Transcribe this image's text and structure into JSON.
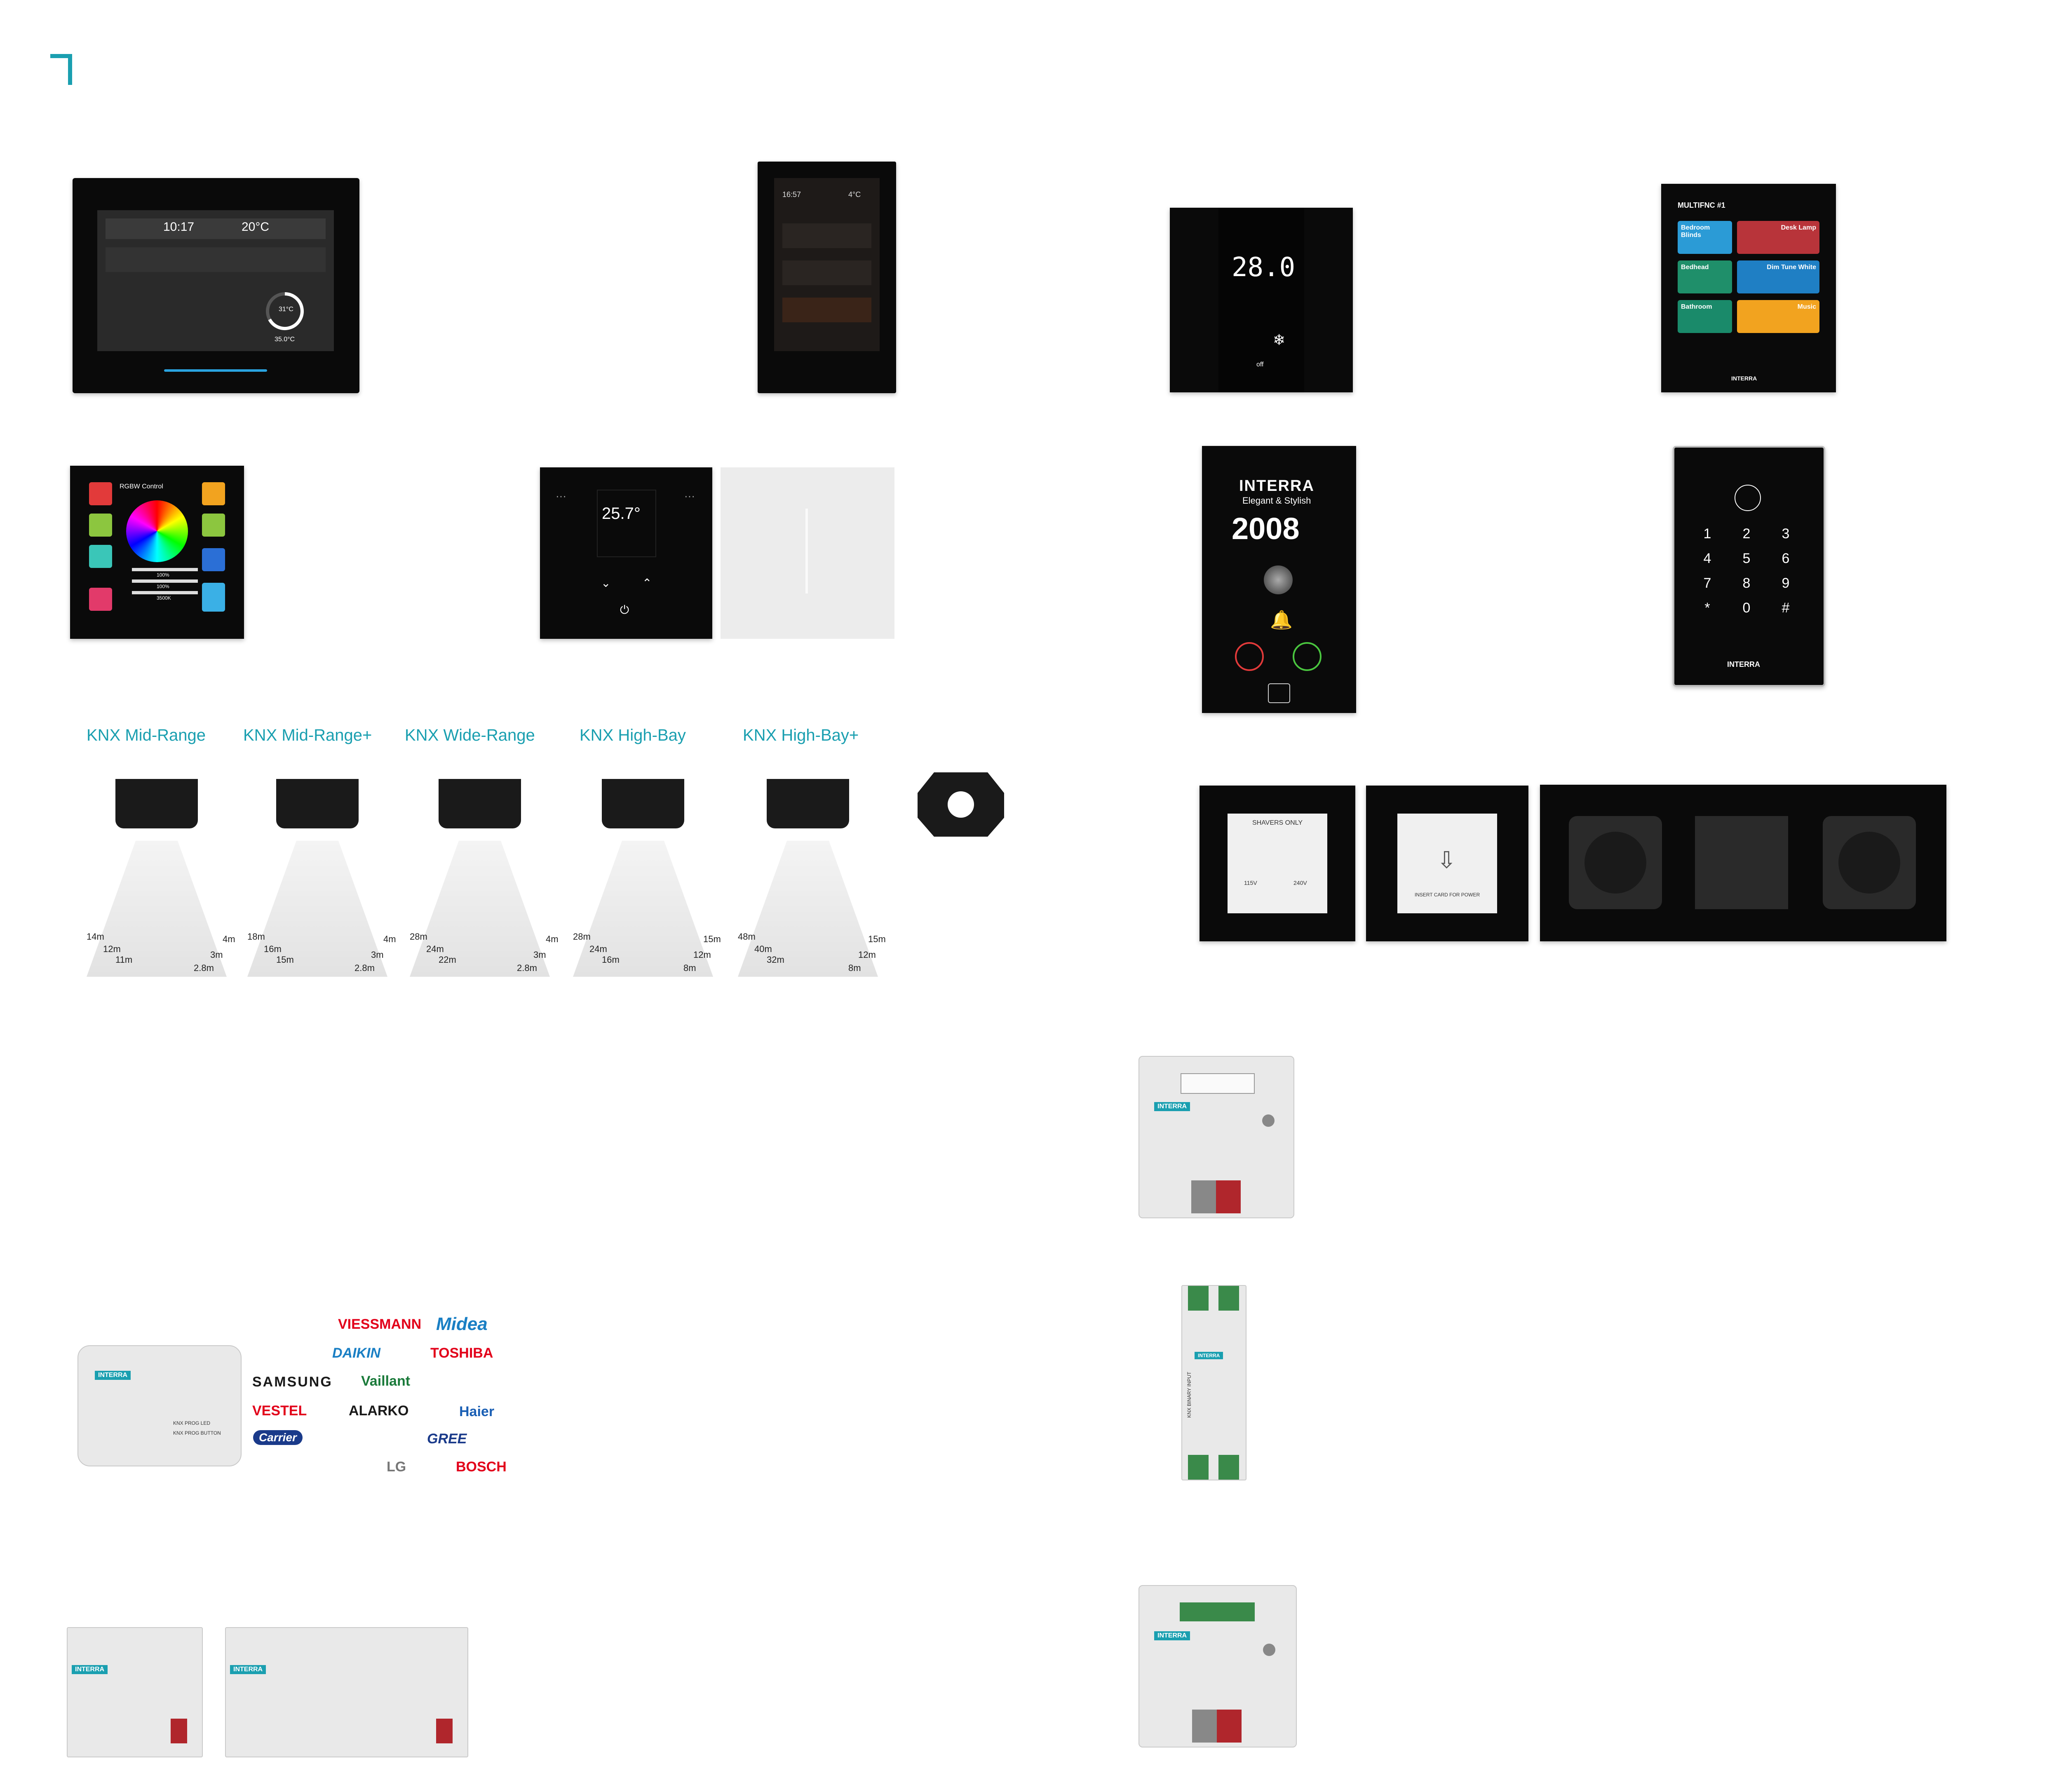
{
  "panels": {
    "touch_panel": {
      "time": "10:17",
      "temperature": "20°C",
      "gauge_value": "31°C",
      "gauge_set": "35.0°C"
    },
    "vertical_panel": {
      "time": "16:57",
      "temp": "4°C"
    },
    "thermostat": {
      "temperature": "28.0",
      "mode": "off"
    },
    "multifunction": {
      "title": "MULTIFNC #1",
      "tiles": [
        {
          "label": "Bedroom Blinds",
          "color": "#2b9bd6"
        },
        {
          "label": "Desk Lamp",
          "color": "#b8343a"
        },
        {
          "label": "Bedhead",
          "color": "#1f8f6a"
        },
        {
          "label": "Dim Tune White",
          "color": "#1f7fc4"
        },
        {
          "label": "Bathroom",
          "color": "#1a8a6a"
        },
        {
          "label": "Music",
          "color": "#f2a31f"
        }
      ],
      "brand": "INTERRA"
    },
    "rgbw": {
      "title": "RGBW Control",
      "values": [
        "100%",
        "100%",
        "3500K"
      ]
    },
    "fan_thermostat": {
      "temperature": "25.7°"
    },
    "hotel_panel": {
      "brand": "INTERRA",
      "tagline": "Elegant & Stylish",
      "room_number": "2008"
    },
    "keypad": {
      "keys": [
        "1",
        "2",
        "3",
        "4",
        "5",
        "6",
        "7",
        "8",
        "9",
        "*",
        "0",
        "#"
      ],
      "brand": "INTERRA"
    }
  },
  "sensors": {
    "titles": [
      "KNX Mid-Range",
      "KNX Mid-Range+",
      "KNX Wide-Range",
      "KNX High-Bay",
      "KNX High-Bay+"
    ],
    "ranges": [
      [
        "14m",
        "12m",
        "11m",
        "4m",
        "3m",
        "2.8m"
      ],
      [
        "18m",
        "16m",
        "15m",
        "4m",
        "3m",
        "2.8m"
      ],
      [
        "28m",
        "24m",
        "22m",
        "4m",
        "3m",
        "2.8m"
      ],
      [
        "28m",
        "24m",
        "16m",
        "15m",
        "12m",
        "8m"
      ],
      [
        "48m",
        "40m",
        "32m",
        "15m",
        "12m",
        "8m"
      ]
    ]
  },
  "sockets": {
    "shaver": {
      "title": "SHAVERS ONLY",
      "left_voltage": "115V",
      "right_voltage": "240V"
    },
    "card": {
      "text": "INSERT CARD FOR POWER"
    }
  },
  "gateway": {
    "brand": "INTERRA",
    "led_label": "KNX PROG LED",
    "button_label": "KNX PROG BUTTON",
    "logos": [
      {
        "text": "VIESSMANN",
        "color": "#e2001a"
      },
      {
        "text": "Midea",
        "color": "#1a7fc4"
      },
      {
        "text": "DAIKIN",
        "color": "#1a7fc4"
      },
      {
        "text": "TOSHIBA",
        "color": "#e2001a"
      },
      {
        "text": "SAMSUNG",
        "color": "#1a1a1a"
      },
      {
        "text": "Vaillant",
        "color": "#1a7a3a"
      },
      {
        "text": "VESTEL",
        "color": "#e2001a"
      },
      {
        "text": "ALARKO",
        "color": "#1a1a1a"
      },
      {
        "text": "Haier",
        "color": "#1a5fb4"
      },
      {
        "text": "Carrier",
        "color": "#1a3a8a"
      },
      {
        "text": "GREE",
        "color": "#1a3a8a"
      },
      {
        "text": "LG",
        "color": "#777777"
      },
      {
        "text": "BOSCH",
        "color": "#e2001a"
      }
    ]
  },
  "din": {
    "binary_input_label": "KNX BINARY INPUT",
    "brand": "INTERRA"
  },
  "colors": {
    "accent": "#1a9fb0"
  }
}
